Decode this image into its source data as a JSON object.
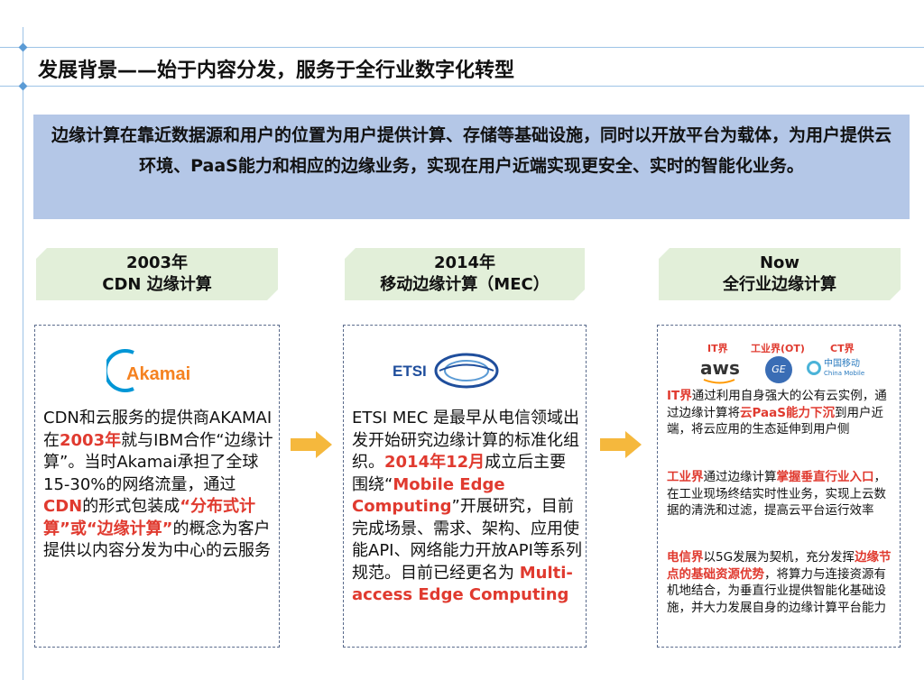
{
  "title": "发展背景——始于内容分发，服务于全行业数字化转型",
  "summary": "边缘计算在靠近数据源和用户的位置为用户提供计算、存储等基础设施，同时以开放平台为载体，为用户提供云环境、PaaS能力和相应的边缘业务，实现在用户近端实现更安全、实时的智能化业务。",
  "stages": [
    {
      "year": "2003年",
      "name": "CDN 边缘计算",
      "logo": "Akamai"
    },
    {
      "year": "2014年",
      "name": "移动边缘计算（MEC）",
      "logo": "ETSI"
    },
    {
      "year": "Now",
      "name": "全行业边缘计算"
    }
  ],
  "col1": [
    "CDN和云服务的提供商AKAMAI在",
    "2003年",
    "就与IBM合作“边缘计算”。当时Akamai承担了全球15-30%的网络流量，通过",
    "CDN",
    "的形式包装成",
    "“分布式计算”或“边缘计算”",
    "的概念为客户提供以内容分发为中心的云服务"
  ],
  "col2": [
    "ETSI MEC 是最早从电信领域出发开始研究边缘计算的标准化组织。",
    "2014年12月",
    "成立后主要围绕“",
    "Mobile Edge Computing",
    "”开展研究，目前完成场景、需求、架构、应用使能API、网络能力开放API等系列规范。目前已经更名为 ",
    "Multi-access Edge Computing"
  ],
  "col3": {
    "labels": [
      "IT界",
      "工业界(OT)",
      "CT界"
    ],
    "logos": [
      "aws",
      "GE",
      "中国移动",
      "China Mobile"
    ],
    "p1": [
      "IT界",
      "通过利用自身强大的公有云实例，通过边缘计算将",
      "云PaaS能力下沉",
      "到用户近端，将云应用的生态延伸到用户侧"
    ],
    "p2": [
      "工业界",
      "通过边缘计算",
      "掌握垂直行业入口",
      "，在工业现场终结实时性业务，实现上云数据的清洗和过滤，提高云平台运行效率"
    ],
    "p3": [
      "电信界",
      "以5G发展为契机，充分发挥",
      "边缘节点的基础资源优势",
      "，将算力与连接资源有机地结合，为垂直行业提供智能化基础设施，并大力发展自身的边缘计算平台能力"
    ]
  },
  "colors": {
    "accent": "#e03a2f",
    "summary_bg": "#b4c7e7",
    "header_bg": "#e2efd9",
    "arrow": "#f5b83d"
  }
}
